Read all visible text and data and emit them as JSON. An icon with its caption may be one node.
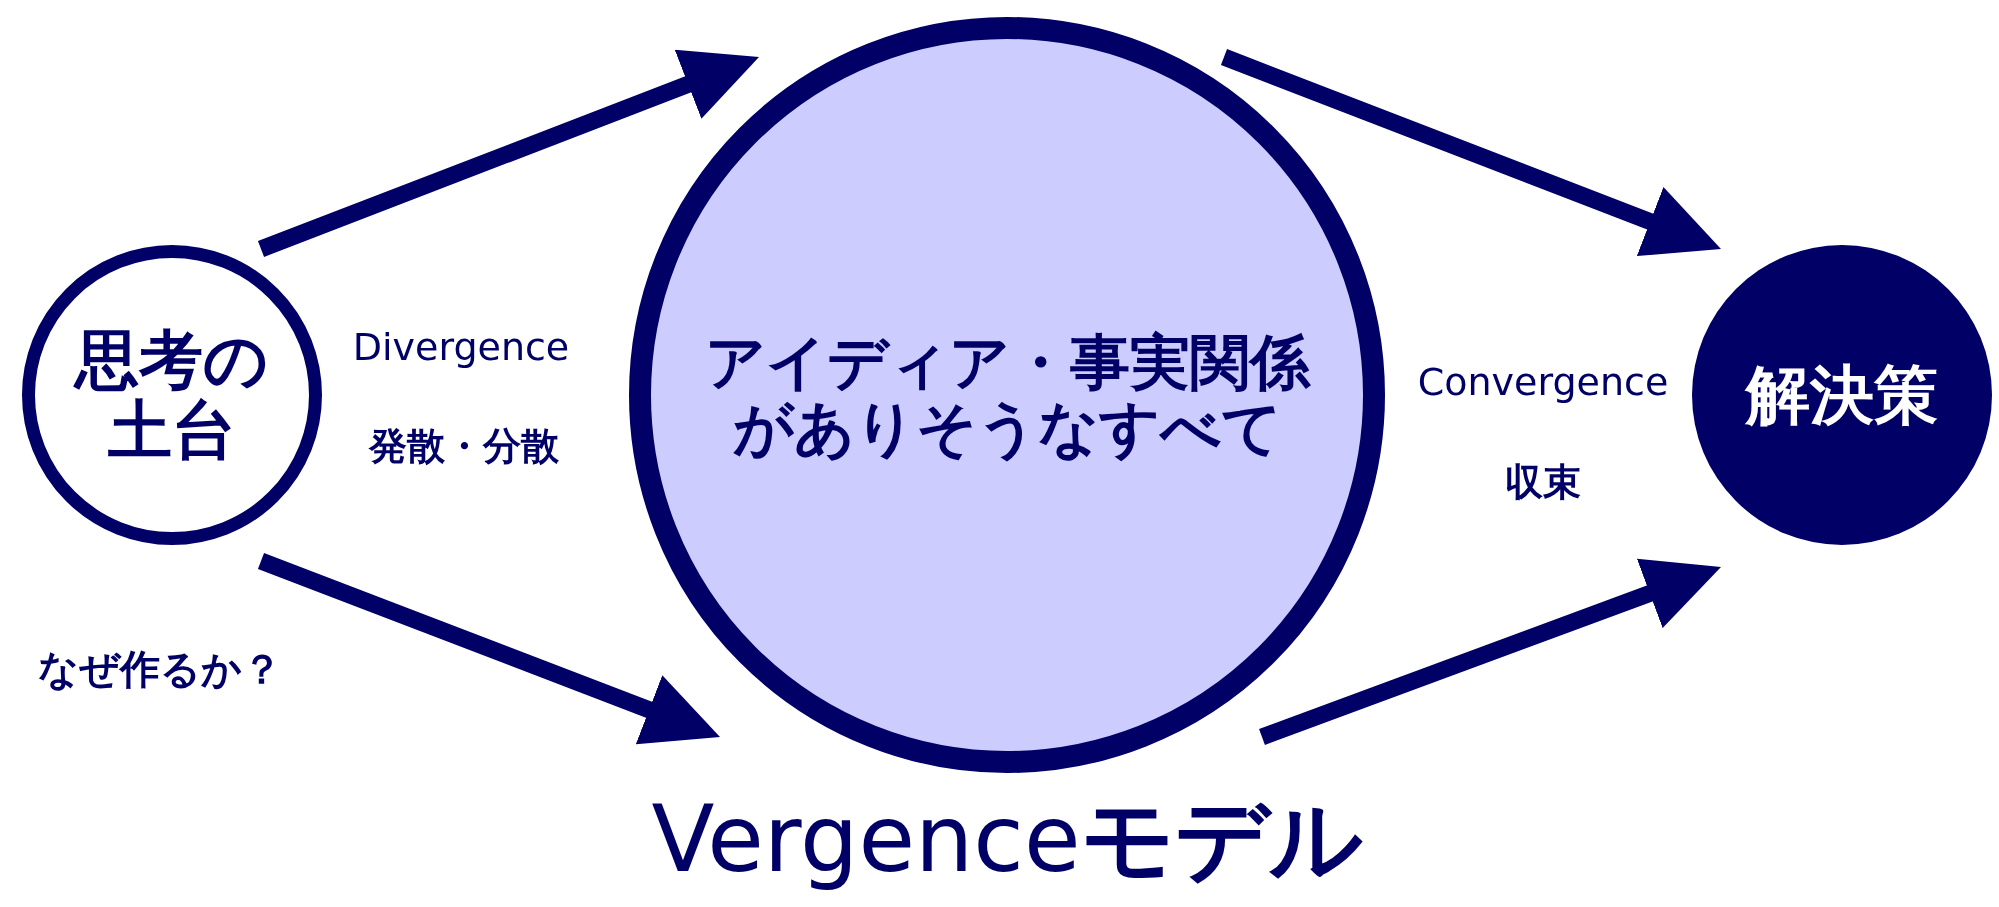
{
  "diagram": {
    "title": "Vergence**モデル**",
    "nodes": [
      {
        "text": [
          "思考の土台"
        ]
      },
      {
        "text": [
          "アイディア・事実関係がありそうなすべて"
        ]
      },
      {
        "text": [
          "解決策"
        ]
      }
    ],
    "edges": [
      {
        "from": 0,
        "to": 1,
        "arrow": "to"
      },
      {
        "from": 0,
        "to": 1,
        "arrow": "to"
      },
      {
        "from": 1,
        "to": 2,
        "arrow": "to"
      },
      {
        "from": 1,
        "to": 2,
        "arrow": "to"
      }
    ],
    "labels": [
      "Divergence",
      "発散・分散",
      "Convergence",
      "収束",
      "なぜ作るか？"
    ]
  }
}
